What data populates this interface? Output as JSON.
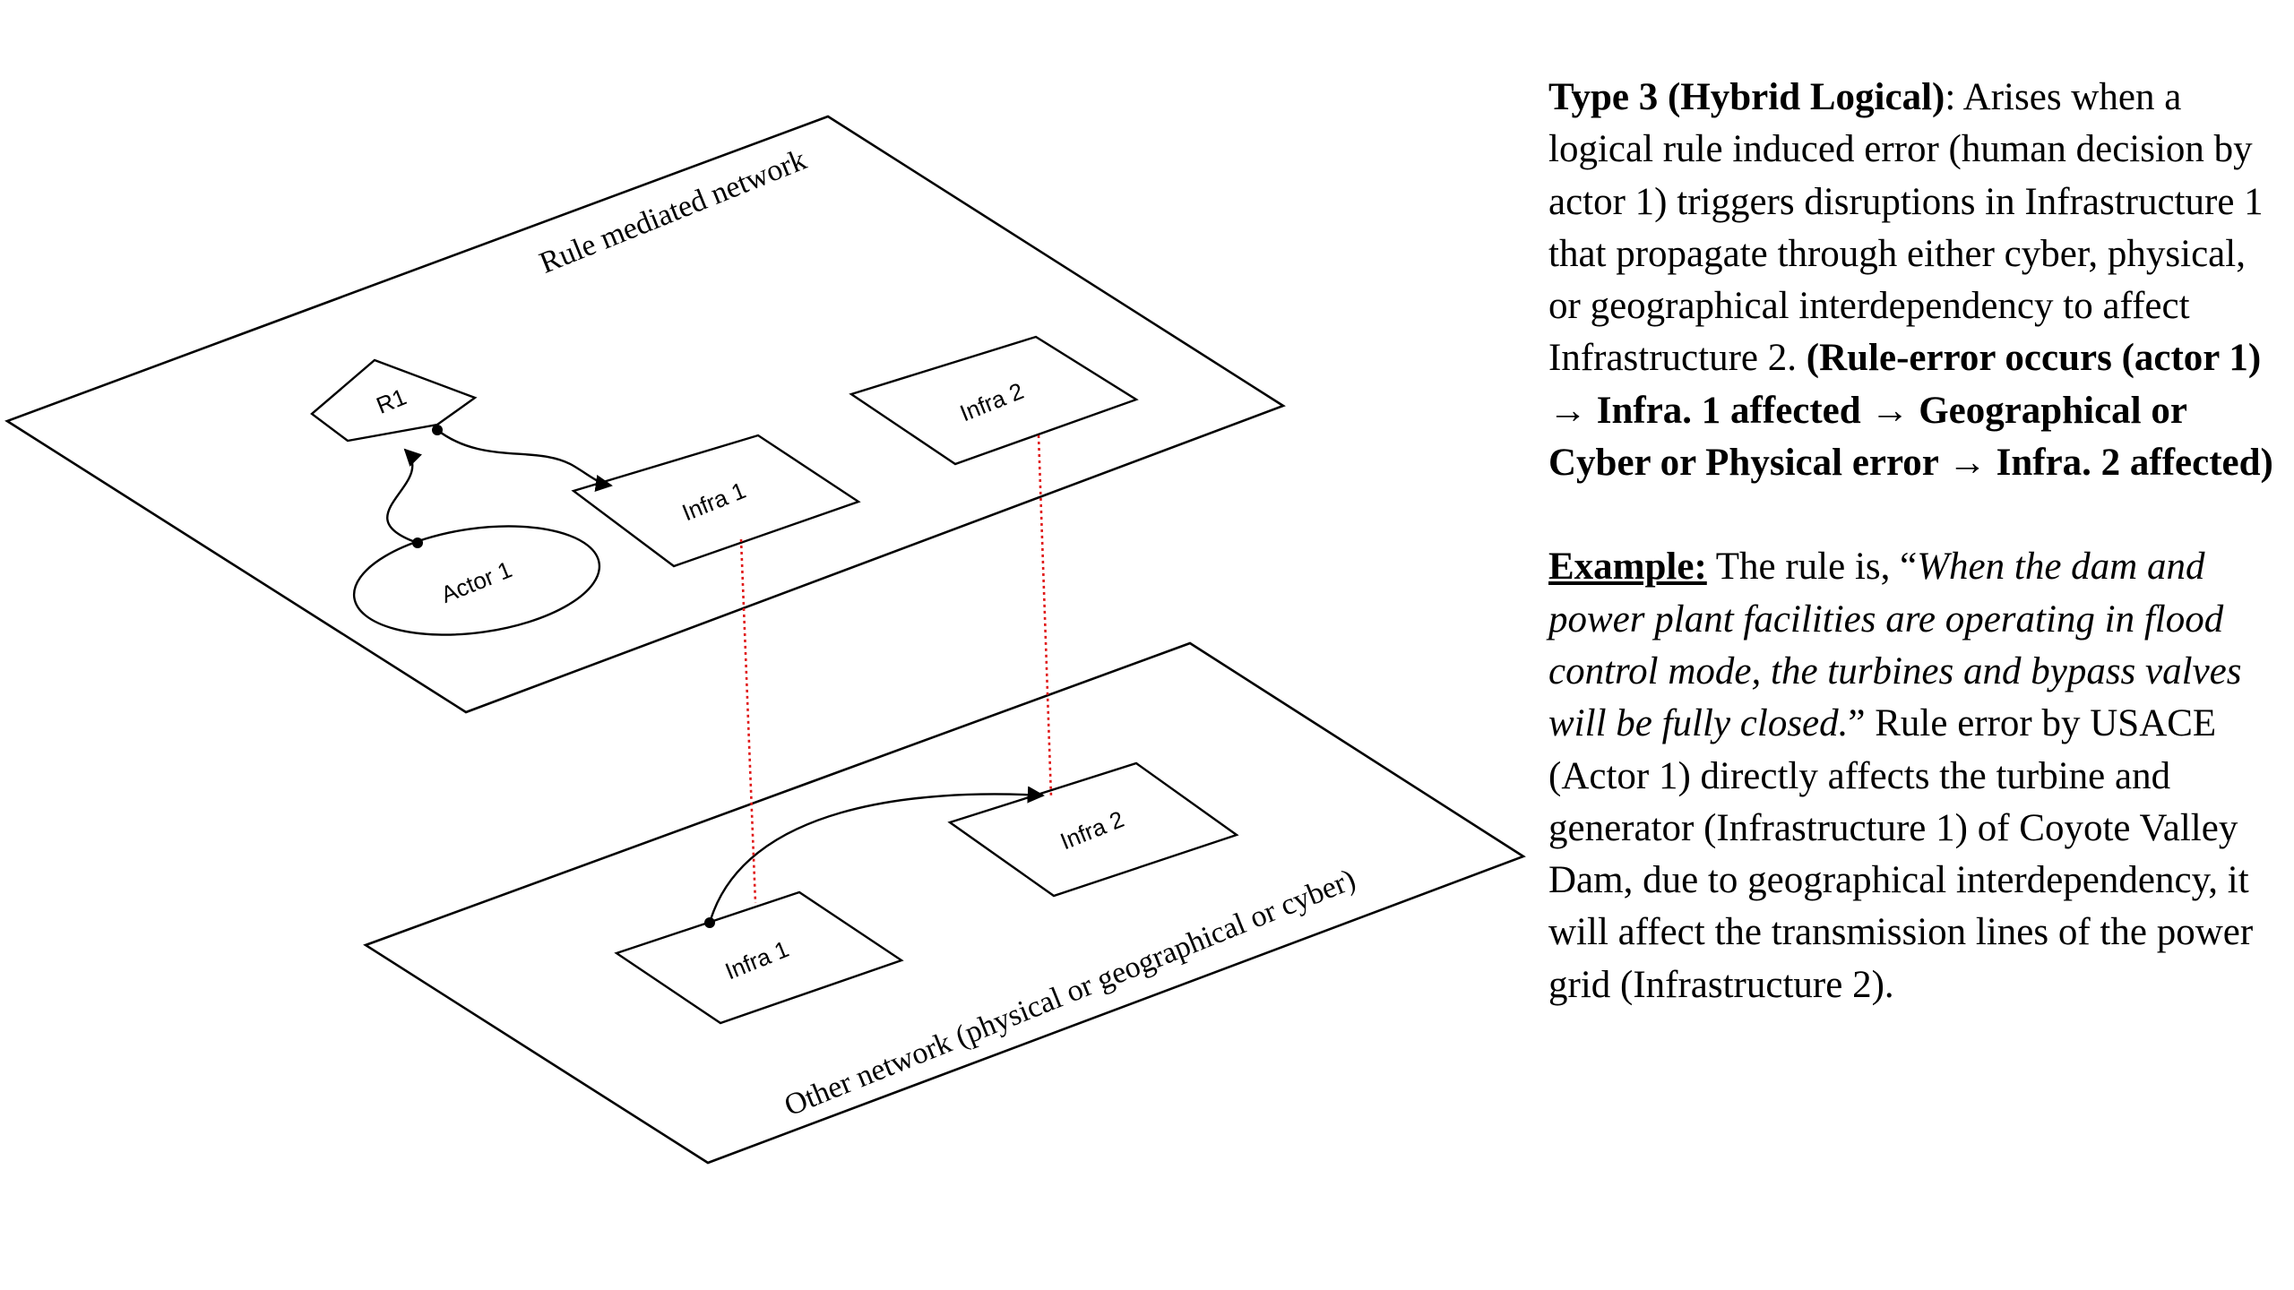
{
  "diagram": {
    "upper_network_label": "Rule mediated network",
    "lower_network_label": "Other network  (physical or geographical or cyber)",
    "nodes": {
      "r1": "R1",
      "actor1": "Actor 1",
      "infra1_upper": "Infra 1",
      "infra2_upper": "Infra 2",
      "infra1_lower": "Infra 1",
      "infra2_lower": "Infra 2"
    }
  },
  "description": {
    "type_title": "Type 3 (Hybrid Logical)",
    "type_text": ": Arises when a logical rule induced error (human decision by actor 1) triggers disruptions in Infrastructure 1 that propagate through either cyber, physical, or geographical interdependency to affect Infrastructure 2.",
    "flow_open": "(",
    "flow_1": "Rule-error occurs (actor 1)",
    "flow_2": "Infra. 1 affected",
    "flow_3": "Geographical or Cyber or Physical error",
    "flow_4": "Infra. 2 affected)",
    "flow_arrow": "→",
    "example_label": "Example:",
    "example_intro": " The rule is, “",
    "example_rule": "When the dam and power plant facilities are operating in flood control mode, the turbines and bypass valves will be fully closed.",
    "example_rest": "” Rule error by USACE (Actor 1) directly affects the turbine and generator (Infrastructure 1) of Coyote Valley Dam, due to geographical interdependency, it will affect the transmission lines of the power grid (Infrastructure 2)."
  },
  "colors": {
    "dependency_line": "#e01818",
    "stroke": "#000000",
    "background": "#ffffff"
  }
}
